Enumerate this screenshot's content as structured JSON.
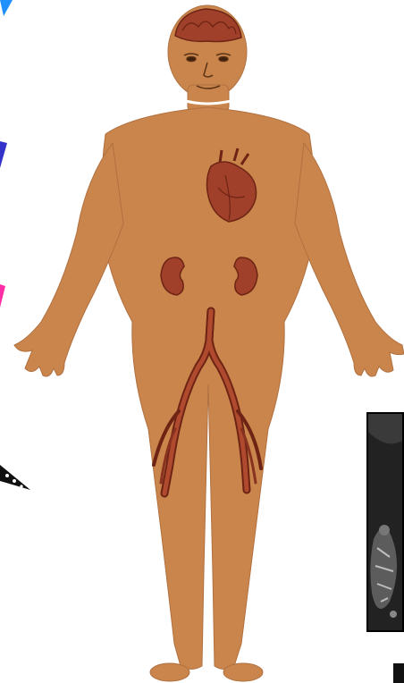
{
  "scene": {
    "subject": "human-body-outline",
    "organs_shown": [
      "brain",
      "heart",
      "left-kidney",
      "right-kidney",
      "aorta-and-iliac-arteries"
    ],
    "colors": {
      "skin": "#c9854b",
      "skin_outline": "#b07040",
      "organ": "#a0402a",
      "organ_dark": "#6e2414",
      "arrow_blue": "#1e90ff",
      "arrow_indigo": "#3333cc",
      "arrow_pink": "#ff2ea6",
      "arrow_dark": "#111111"
    }
  },
  "side_panel": {
    "kind": "electron-micrograph-inset",
    "color": "#1a1a1a"
  }
}
